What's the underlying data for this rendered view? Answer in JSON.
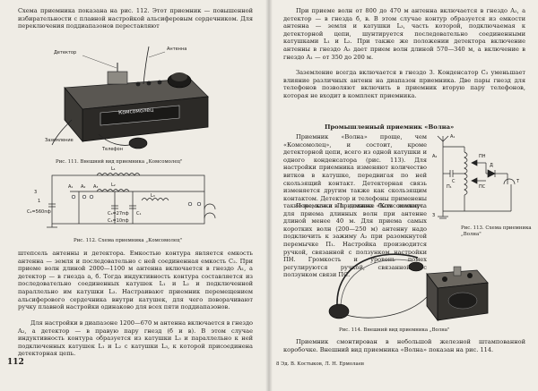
{
  "left_page": {
    "para_top": "Схема приемника показана на рис. 112. Этот приемник — повышенной избирательности с плавной настройкой альсиферовым сердечником. Для переключения поддиапазонов перестав­ляют",
    "photo_labels": {
      "detector": "Детектор",
      "antenna": "Антенна",
      "device_name": "Комсомолец",
      "ground": "Заземление",
      "phone": "Телефон"
    },
    "fig111_caption": "Рис. 111. Внешний вид приемника „Комсомолец\"",
    "schematic_labels": {
      "n3": "3",
      "c2": "C₂=560пф",
      "n1": "1",
      "a1": "A₁",
      "a2": "A₂",
      "a3": "A₃",
      "c3": "C₃=27пф",
      "c4": "C₄=10пф",
      "c1": "C₁",
      "l1": "L₁",
      "l2": "L₂",
      "l3": "L₃"
    },
    "fig112_caption": "Рис. 112. Схема приемника „Комсомолец\"",
    "para_bottom_1": "штепсель антенны и детектора. Емкостью контура является емкость антенна — земля и последовательно с ней соединенная емкость C₂. При приеме волн длиной 2000—1100 м антенна включается в гнездо A₁, а детектор — в гнезда а, б. Тогда индуктивность контура составляется из последовательно соединенных катушек L₁ и L₂ и подключенной параллельно им катушки L₃. Настраивают приемник перемещением альсиферового сердечника внутри катушек, для чего поворачивают ручку плавной настройки одинаково для всех пяти поддиапазонов.",
    "para_bottom_2": "Для настройки в диапазоне 1200—670 м антенна включается в гнездо A₂, а детектор — в правую пару гнезд (б и в). В этом случае индуктивность контура образуется из катушки L₃ и параллельно к ней подключенных катушек L₁ и L₂ с катушки L₃, к которой присоединена детекторная цепь.",
    "page_number": "112"
  },
  "right_page": {
    "para_1": "При приеме волн от 800 до 470 м антенна включается в гнездо A₂, а детектор — в гнезда б, в. В этом случае контур образуется из емкости антенна — земля и катушки L₃, часть которой, подключаемая к детекторной цепи, шунтируется последовательно соединенными катушками L₁ и L₂. При также же положении детектора включение антенны в гнездо A₃ дает прием волн длиной 570—340 м, а включение в гнездо A₁ — от 350 до 200 м.",
    "para_2": "Заземление всегда включается в гнездо 3. Конденсатор C₃ уменьшает влияние различных антенн на диапазон приемника. Две пары гнезд для телефонов позволяют включить в приемник вторую пару телефонов, которая не входит в комплект приемника.",
    "heading": "Промышленный приемник «Волна»",
    "para_3": "Приемник «Волна» проще, чем «Комсомолец», и состоит, кроме детекторной цепи, всего из одной катушки и одного конденсатора (рис. 113). Для настройки приемника изменяют количество витков в катушке, передвигая по ней скользящий контакт. Детекторная связь изменяется другим также как скользящим контактом. Детектор и телефоны применены такие же, как и в приемнике «Комсомолец».",
    "para_4": "Перемычка П₁ должна быть замкнута для приема длинных волн при антенне длиной менее 40 м. Для приема самых коротких волн (200—250 м) антенну надо подключить к зажиму A₂ при разомкнутой перемычке П₁. Настройка производится ручкой, связанной с ползунком настройки ПН. Громкость и уровень помех регулируются ручкой, связанной с ползунком связи ПС.",
    "fig113_caption": "Рис. 113. Схема приемника „Волна\"",
    "schematic_labels": {
      "a1": "A₁",
      "a2": "A₂",
      "p1": "П₁",
      "pn": "ПН",
      "ps": "ПС",
      "d": "Д",
      "c": "C",
      "t": "Т",
      "z": "З"
    },
    "fig114_caption": "Рис. 114. Внешний вид приемника „Волна\"",
    "para_5": "Приемник смонтирован в небольшой железной штампованной коробочке. Внешний вид приемника «Волна» показан на рис. 114.",
    "footer": "8   Эд. В. Костыков, Л. Н. Ермолаев"
  }
}
